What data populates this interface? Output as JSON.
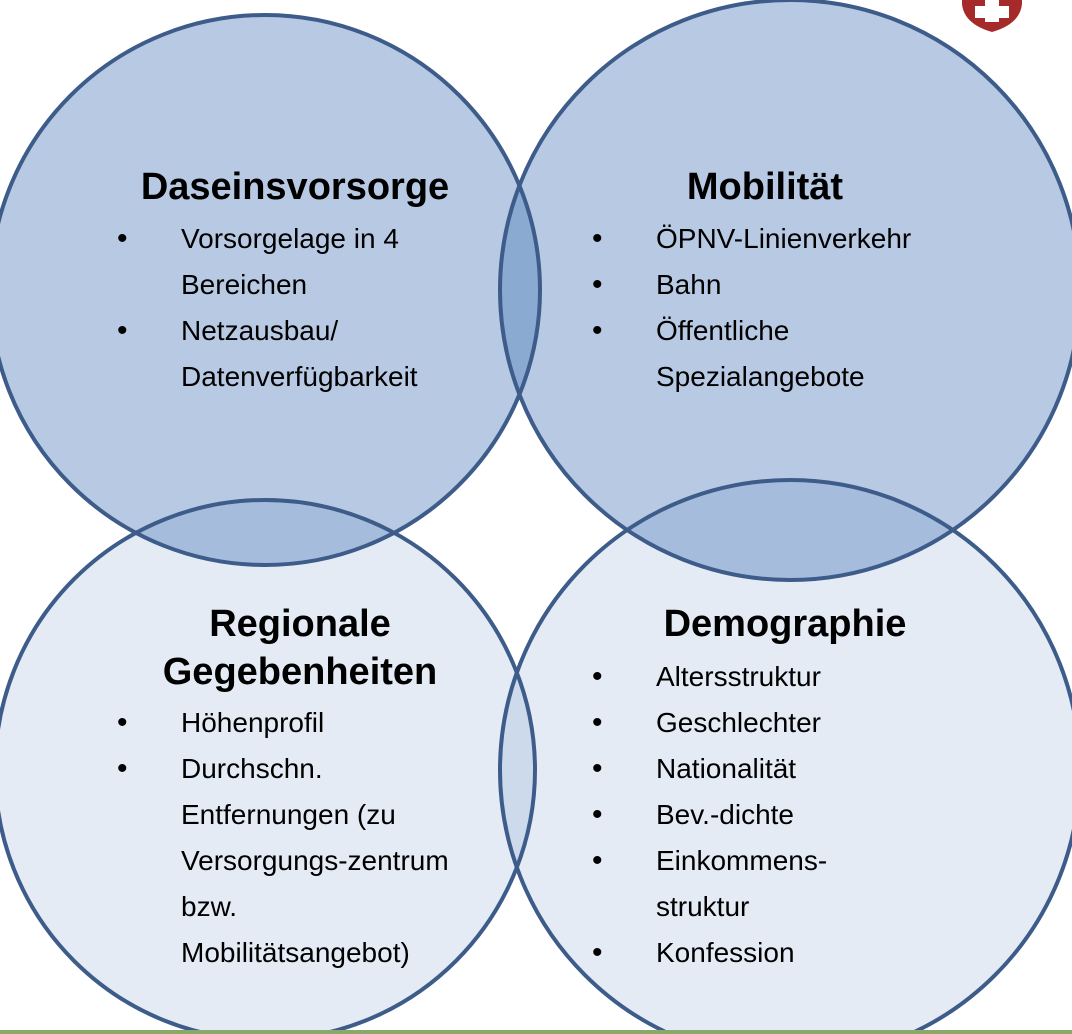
{
  "circles": [
    {
      "id": "daseinsvorsorge",
      "title": "Daseinsvorsorge",
      "items": [
        "Vorsorgelage in 4 Bereichen",
        "Netzausbau/ Datenverfügbarkeit"
      ],
      "fill": "#b8c9e3"
    },
    {
      "id": "mobilitaet",
      "title": "Mobilität",
      "items": [
        "ÖPNV-Linienverkehr",
        "Bahn",
        "Öffentliche Spezialangebote"
      ],
      "fill": "#b8c9e3"
    },
    {
      "id": "regionale",
      "title": "Regionale Gegebenheiten",
      "items": [
        "Höhenprofil",
        "Durchschn. Entfernungen (zu Versorgungs-zentrum bzw. Mobilitätsangebot)"
      ],
      "fill": "#e4ebf5"
    },
    {
      "id": "demographie",
      "title": "Demographie",
      "items": [
        "Altersstruktur",
        "Geschlechter",
        "Nationalität",
        "Bev.-dichte",
        "Einkommens-struktur",
        "Konfession"
      ],
      "fill": "#e4ebf5"
    }
  ],
  "colors": {
    "outline": "#3d5c8a",
    "top_overlap": "#8aaad2",
    "vertical_overlap": "#a6bcdc",
    "bottom_overlap": "#ccdaec",
    "logo": "#a72a2a"
  },
  "icons": {
    "logo": "swiss-cross-shield-icon"
  }
}
